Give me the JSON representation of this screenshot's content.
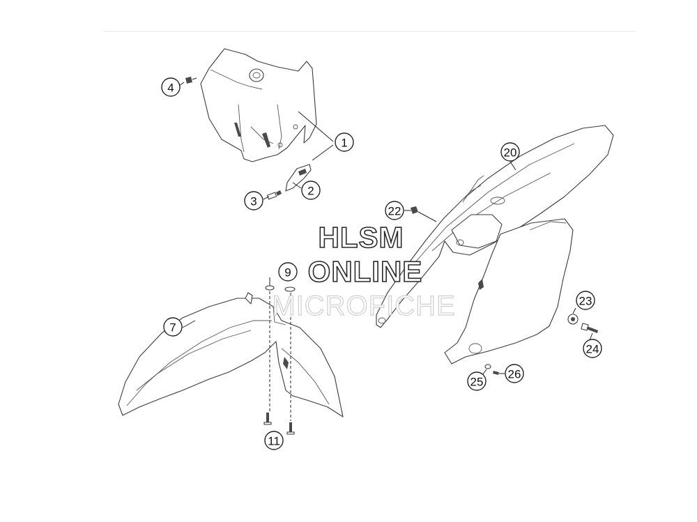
{
  "diagram": {
    "callouts": [
      {
        "id": "c1",
        "label": "1"
      },
      {
        "id": "c2",
        "label": "2"
      },
      {
        "id": "c3",
        "label": "3"
      },
      {
        "id": "c4",
        "label": "4"
      },
      {
        "id": "c7",
        "label": "7"
      },
      {
        "id": "c9",
        "label": "9"
      },
      {
        "id": "c11",
        "label": "11"
      },
      {
        "id": "c20",
        "label": "20"
      },
      {
        "id": "c22",
        "label": "22"
      },
      {
        "id": "c23",
        "label": "23"
      },
      {
        "id": "c24",
        "label": "24"
      },
      {
        "id": "c25",
        "label": "25"
      },
      {
        "id": "c26",
        "label": "26"
      }
    ]
  },
  "watermark": {
    "line1": "HLSM",
    "line2": "ONLINE",
    "line3": "MICROFICHE"
  },
  "colors": {
    "line": "#3a3a3a",
    "background": "#ffffff",
    "rule": "#e3e3e3"
  }
}
